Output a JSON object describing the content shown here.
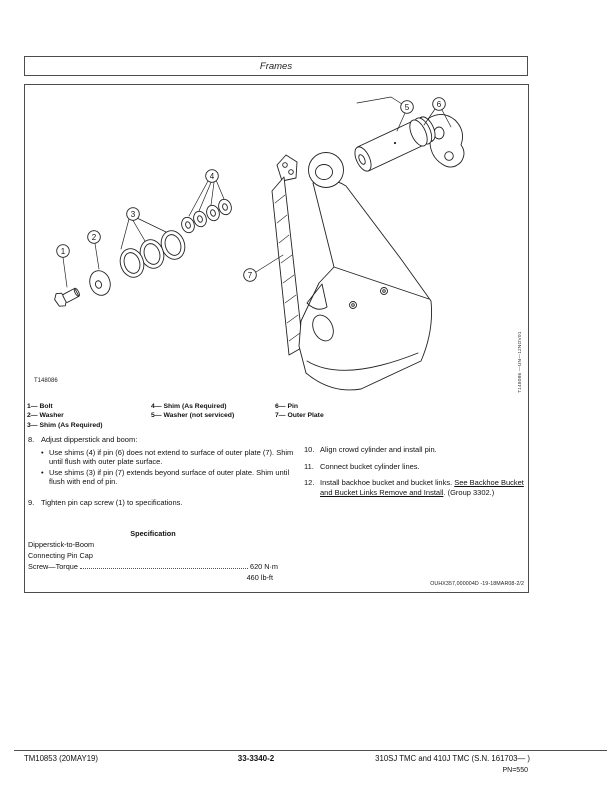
{
  "header": {
    "title": "Frames"
  },
  "figure": {
    "id_label": "T148086",
    "side_label": "T148086 —UN—12NOV01",
    "callouts": {
      "c1": "1",
      "c2": "2",
      "c3": "3",
      "c4": "4",
      "c5": "5",
      "c6": "6",
      "c7": "7"
    },
    "legend": {
      "col1": {
        "r1": "1— Bolt",
        "r2": "2— Washer",
        "r3": "3— Shim (As Required)"
      },
      "col2": {
        "r1": "4— Shim (As Required)",
        "r2": "5— Washer (not serviced)"
      },
      "col3": {
        "r1": "6— Pin",
        "r2": "7— Outer Plate"
      }
    }
  },
  "instructions": {
    "step8": {
      "num": "8.",
      "text": "Adjust dipperstick and boom:"
    },
    "step8_bullets": {
      "b1": "Use shims (4) if pin (6) does not extend to surface of outer plate (7). Shim until flush with outer plate surface.",
      "b2": "Use shims (3) if pin (7) extends beyond surface of outer plate. Shim until flush with end of pin."
    },
    "step9": {
      "num": "9.",
      "text": "Tighten pin cap screw (1) to specifications."
    },
    "step10": {
      "num": "10.",
      "text": "Align crowd cylinder and install pin."
    },
    "step11": {
      "num": "11.",
      "text": "Connect bucket cylinder lines."
    },
    "step12": {
      "num": "12.",
      "before": "Install backhoe bucket and bucket links. ",
      "link": "See Backhoe Bucket and Bucket Links Remove and Install",
      "after": ". (Group 3302.)"
    }
  },
  "specification": {
    "title": "Specification",
    "line1": "Dipperstick-to-Boom",
    "line2": "Connecting Pin Cap",
    "line3_label": "Screw—Torque",
    "metric": "620 N·m",
    "imperial": "460 lb-ft"
  },
  "doc_ref": "OUHX357,000004D -19-18MAR08-2/2",
  "footer": {
    "left": "TM10853 (20MAY19)",
    "center": "33-3340-2",
    "right": "310SJ TMC and 410J TMC (S.N. 161703— )",
    "pn": "PN=550"
  }
}
